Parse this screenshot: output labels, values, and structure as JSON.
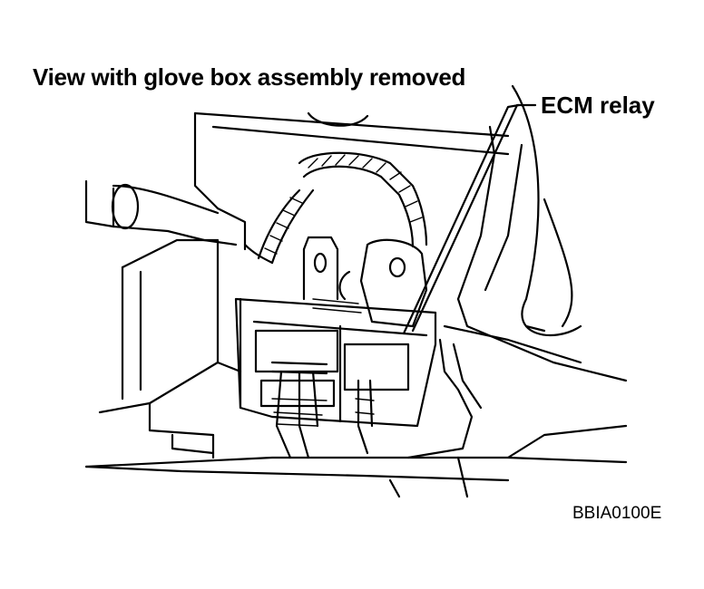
{
  "diagram": {
    "title": "View with glove box assembly removed",
    "callout_label": "ECM relay",
    "figure_code": "BBIA0100E"
  }
}
